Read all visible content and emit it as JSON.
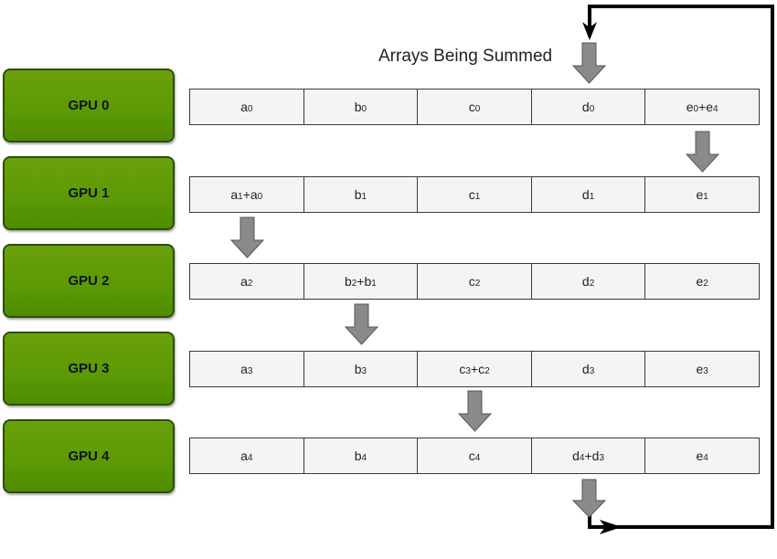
{
  "title": "Arrays Being Summed",
  "gpus": [
    {
      "label": "GPU 0",
      "cells": [
        [
          [
            "a",
            "0"
          ]
        ],
        [
          [
            "b",
            "0"
          ]
        ],
        [
          [
            "c",
            "0"
          ]
        ],
        [
          [
            "d",
            "0"
          ]
        ],
        [
          [
            "e",
            "0"
          ],
          [
            "+e",
            "4"
          ]
        ]
      ]
    },
    {
      "label": "GPU 1",
      "cells": [
        [
          [
            "a",
            "1"
          ],
          [
            "+a",
            "0"
          ]
        ],
        [
          [
            "b",
            "1"
          ]
        ],
        [
          [
            "c",
            "1"
          ]
        ],
        [
          [
            "d",
            "1"
          ]
        ],
        [
          [
            "e",
            "1"
          ]
        ]
      ]
    },
    {
      "label": "GPU 2",
      "cells": [
        [
          [
            "a",
            "2"
          ]
        ],
        [
          [
            "b",
            "2"
          ],
          [
            "+b",
            "1"
          ]
        ],
        [
          [
            "c",
            "2"
          ]
        ],
        [
          [
            "d",
            "2"
          ]
        ],
        [
          [
            "e",
            "2"
          ]
        ]
      ]
    },
    {
      "label": "GPU 3",
      "cells": [
        [
          [
            "a",
            "3"
          ]
        ],
        [
          [
            "b",
            "3"
          ]
        ],
        [
          [
            "c",
            "3"
          ],
          [
            "+c",
            "2"
          ]
        ],
        [
          [
            "d",
            "3"
          ]
        ],
        [
          [
            "e",
            "3"
          ]
        ]
      ]
    },
    {
      "label": "GPU 4",
      "cells": [
        [
          [
            "a",
            "4"
          ]
        ],
        [
          [
            "b",
            "4"
          ]
        ],
        [
          [
            "c",
            "4"
          ]
        ],
        [
          [
            "d",
            "4"
          ],
          [
            "+d",
            "3"
          ]
        ],
        [
          [
            "e",
            "4"
          ]
        ]
      ]
    }
  ],
  "colors": {
    "gpu_fill": "#5c9a06",
    "gpu_border": "#2f4d0a",
    "arrow_fill": "#8a8a8a",
    "cell_fill": "#f4f4f4"
  }
}
